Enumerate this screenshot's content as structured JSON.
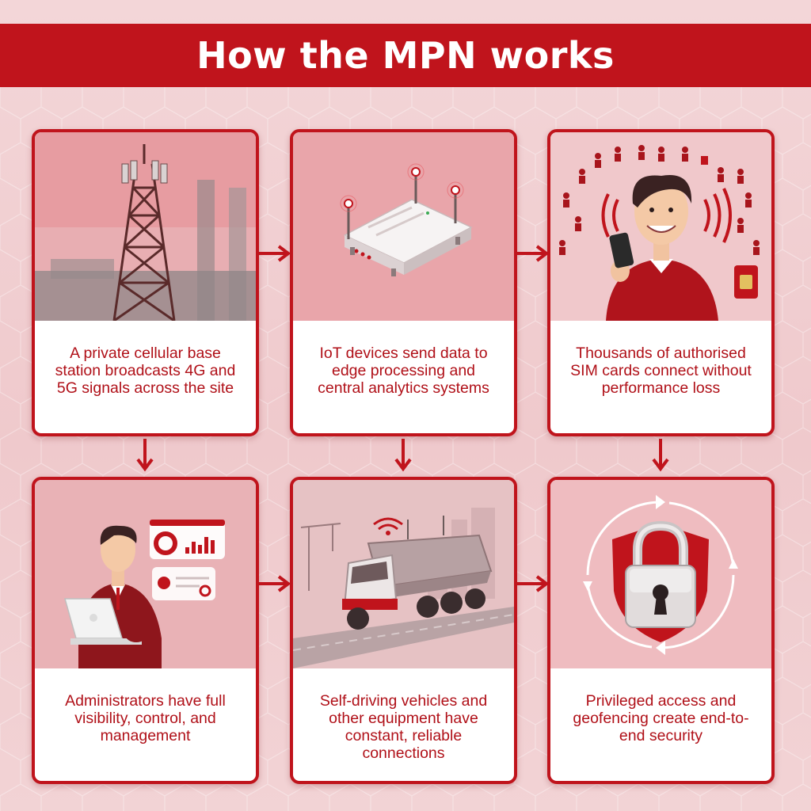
{
  "header": {
    "title": "How the MPN works"
  },
  "steps": [
    {
      "id": "base-station",
      "caption": "A private cellular base station broadcasts 4G and 5G signals across the site"
    },
    {
      "id": "iot-devices",
      "caption": "IoT devices send data to edge processing and central analytics systems"
    },
    {
      "id": "sim-cards",
      "caption": "Thousands of authorised SIM cards connect without performance loss"
    },
    {
      "id": "administrators",
      "caption": "Administrators have full visibility, control, and management"
    },
    {
      "id": "vehicles",
      "caption": "Self-driving vehicles and other equipment have constant, reliable connections"
    },
    {
      "id": "security",
      "caption": "Privileged access and geofencing create end-to-end security"
    }
  ],
  "colors": {
    "brand_red": "#c0141c",
    "background": "#f3d6d8",
    "card_bg": "#ffffff"
  }
}
